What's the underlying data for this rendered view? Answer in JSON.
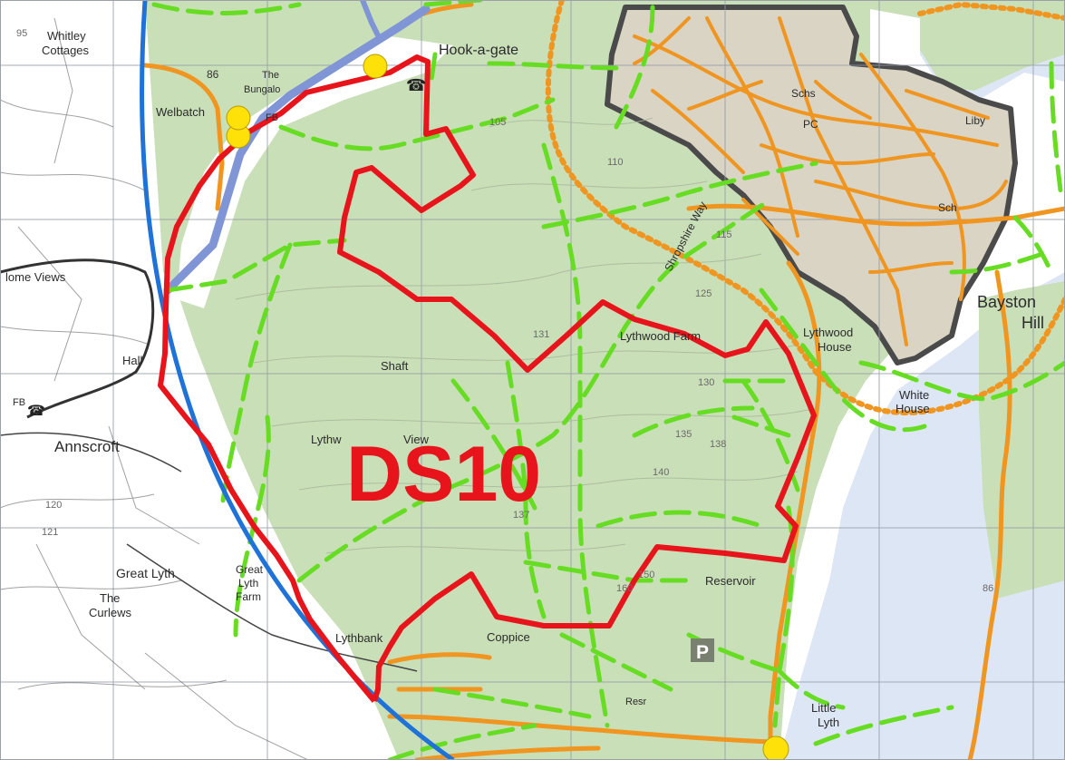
{
  "map": {
    "site_code": "DS10",
    "place_labels": {
      "whitley_cottages_1": "Whitley",
      "whitley_cottages_2": "Cottages",
      "hook_a_gate": "Hook-a-gate",
      "the_bungalow_1": "The",
      "the_bungalow_2": "Bungalo",
      "welbatch": "Welbatch",
      "fb_north": "FB",
      "schs": "Schs",
      "pc": "PC",
      "liby": "Liby",
      "sch": "Sch",
      "bayston_1": "Bayston",
      "bayston_2": "Hill",
      "lythwood_farm": "Lythwood Farm",
      "lythwood_house_1": "Lythwood",
      "lythwood_house_2": "House",
      "white_house_1": "White",
      "white_house_2": "House",
      "shropshire_way": "Shropshire Way",
      "home_views": "lome Views",
      "hall": "Hall",
      "fb_west": "FB",
      "annscroft": "Annscroft",
      "shaft": "Shaft",
      "lythwood_view": "Lythw",
      "lythwood_view_2": "View",
      "great_lyth": "Great Lyth",
      "great_lyth_farm_1": "Great",
      "great_lyth_farm_2": "Lyth",
      "great_lyth_farm_3": "Farm",
      "the_curlews_1": "The",
      "the_curlews_2": "Curlews",
      "lythbank": "Lythbank",
      "coppice": "Coppice",
      "reservoir": "Reservoir",
      "resr": "Resr",
      "little_lyth_1": "Little",
      "little_lyth_2": "Lyth",
      "parking": "P"
    },
    "spot_heights": {
      "h86_nw": "86",
      "h95": "95",
      "h121": "121",
      "h131": "131",
      "h130": "130",
      "h138": "138",
      "h135": "135",
      "h137": "137",
      "h140": "140",
      "h150": "150",
      "h160": "160",
      "h86_se": "86",
      "h110": "110",
      "h105": "105",
      "h125": "125",
      "h115": "115",
      "h120": "120"
    },
    "colors": {
      "woodland_green": "#c9dfb8",
      "site_boundary_red": "#e8141b",
      "green_route": "#66dd22",
      "orange_route": "#ef9520",
      "blue_arc": "#1e72d8",
      "river_blue": "#7f95d6",
      "settlement_grey": "#4a4a4a",
      "light_blue_area": "#dde6f4",
      "marker_yellow": "#ffe10a",
      "grid_grey": "#8f9aa3"
    },
    "icons": [
      "telephone-icon",
      "parking-icon",
      "yellow-marker-icon"
    ]
  }
}
